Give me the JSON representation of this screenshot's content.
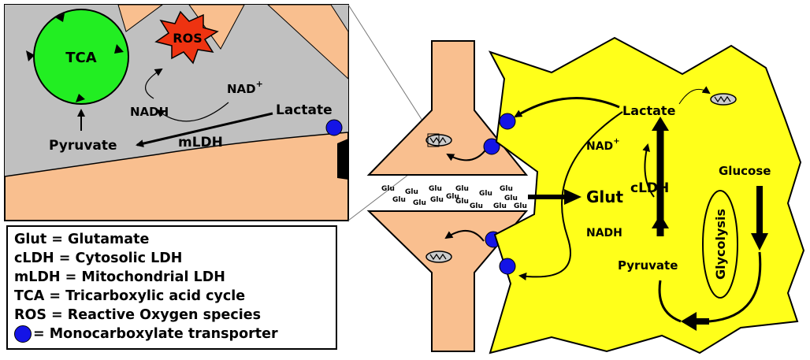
{
  "labels": {
    "tca": "TCA",
    "ros": "ROS",
    "nad_inset": "NAD",
    "nadh_inset": "NADH",
    "lactate_inset": "Lactate",
    "pyruvate_inset": "Pyruvate",
    "mldh": "mLDH",
    "glu": "Glu",
    "glut": "Glut",
    "lactate_astro": "Lactate",
    "nad_astro": "NAD",
    "cldh": "cLDH",
    "nadh_astro": "NADH",
    "pyruvate_astro": "Pyruvate",
    "glucose": "Glucose",
    "glycolysis": "Glycolysis",
    "plus": "+"
  },
  "legend": {
    "items": [
      "Glut = Glutamate",
      "cLDH = Cytosolic LDH",
      " mLDH = Mitochondrial LDH",
      " TCA = Tricarboxylic acid cycle",
      " ROS = Reactive Oxygen species"
    ],
    "mct": "= Monocarboxylate transporter"
  },
  "colors": {
    "neuron": "#f9bf8f",
    "astrocyte": "#ffff1a",
    "mito_gray": "#c0c0c0",
    "tca_green": "#22ee22",
    "ros_red": "#ee3311",
    "transporter_blue": "#1414e6"
  }
}
